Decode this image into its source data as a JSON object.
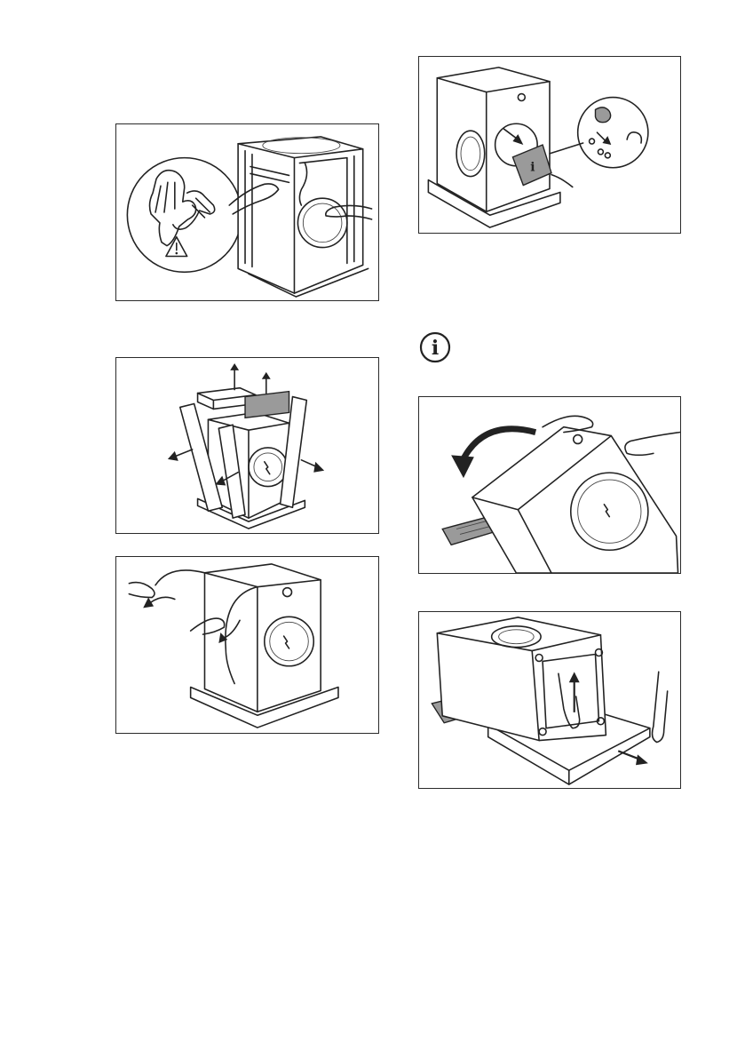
{
  "page": {
    "background": "#ffffff",
    "figure_border_color": "#2a2a2a",
    "highlight_fill": "#9a9a9a"
  },
  "figures": [
    {
      "id": "fig1",
      "icons": [
        "gloves-icon",
        "warning-triangle-icon"
      ]
    },
    {
      "id": "fig2",
      "icons": [
        "up-arrow-icon",
        "outward-arrow-icon"
      ]
    },
    {
      "id": "fig3",
      "icons": [
        "curved-arrow-icon"
      ]
    },
    {
      "id": "fig4",
      "icons": [
        "info-booklet-icon",
        "accessories-icon"
      ]
    },
    {
      "id": "fig5",
      "icons": [
        "rotate-arrow-icon"
      ]
    },
    {
      "id": "fig6",
      "icons": [
        "up-arrow-icon",
        "pull-arrow-icon"
      ]
    }
  ],
  "info_note": {
    "icon": "info-icon"
  }
}
